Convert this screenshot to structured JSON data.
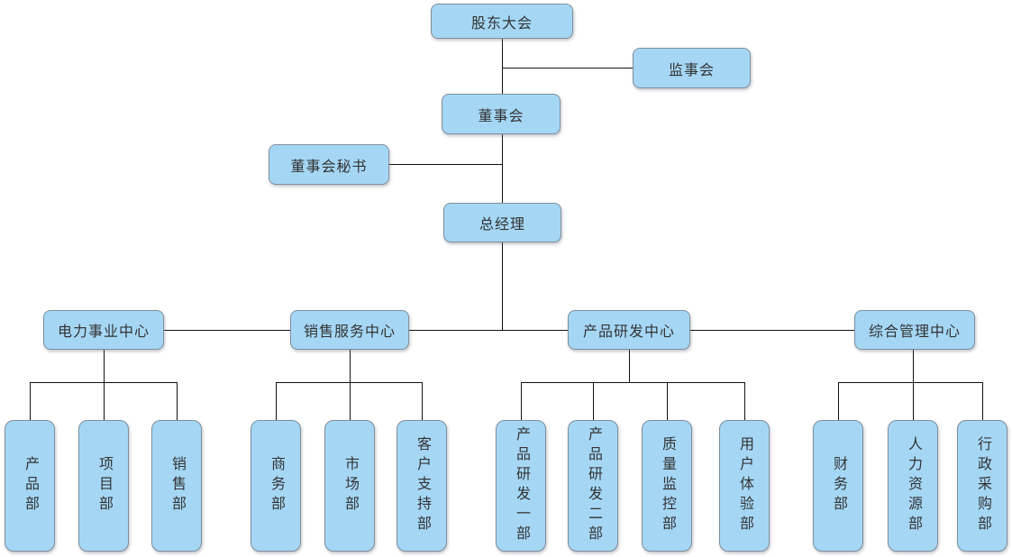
{
  "colors": {
    "node_fill": "#a5d7f5",
    "node_border": "#7f8f9c",
    "connector": "#111111",
    "text_color": "#333333"
  },
  "org": {
    "shareholders_meeting": "股东大会",
    "supervisory_board": "监事会",
    "board_of_directors": "董事会",
    "board_secretary": "董事会秘书",
    "general_manager": "总经理",
    "centers": [
      {
        "label": "电力事业中心",
        "departments": [
          "产品部",
          "项目部",
          "销售部"
        ]
      },
      {
        "label": "销售服务中心",
        "departments": [
          "商务部",
          "市场部",
          "客户支持部"
        ]
      },
      {
        "label": "产品研发中心",
        "departments": [
          "产品研发一部",
          "产品研发二部",
          "质量监控部",
          "用户体验部"
        ]
      },
      {
        "label": "综合管理中心",
        "departments": [
          "财务部",
          "人力资源部",
          "行政采购部"
        ]
      }
    ]
  }
}
